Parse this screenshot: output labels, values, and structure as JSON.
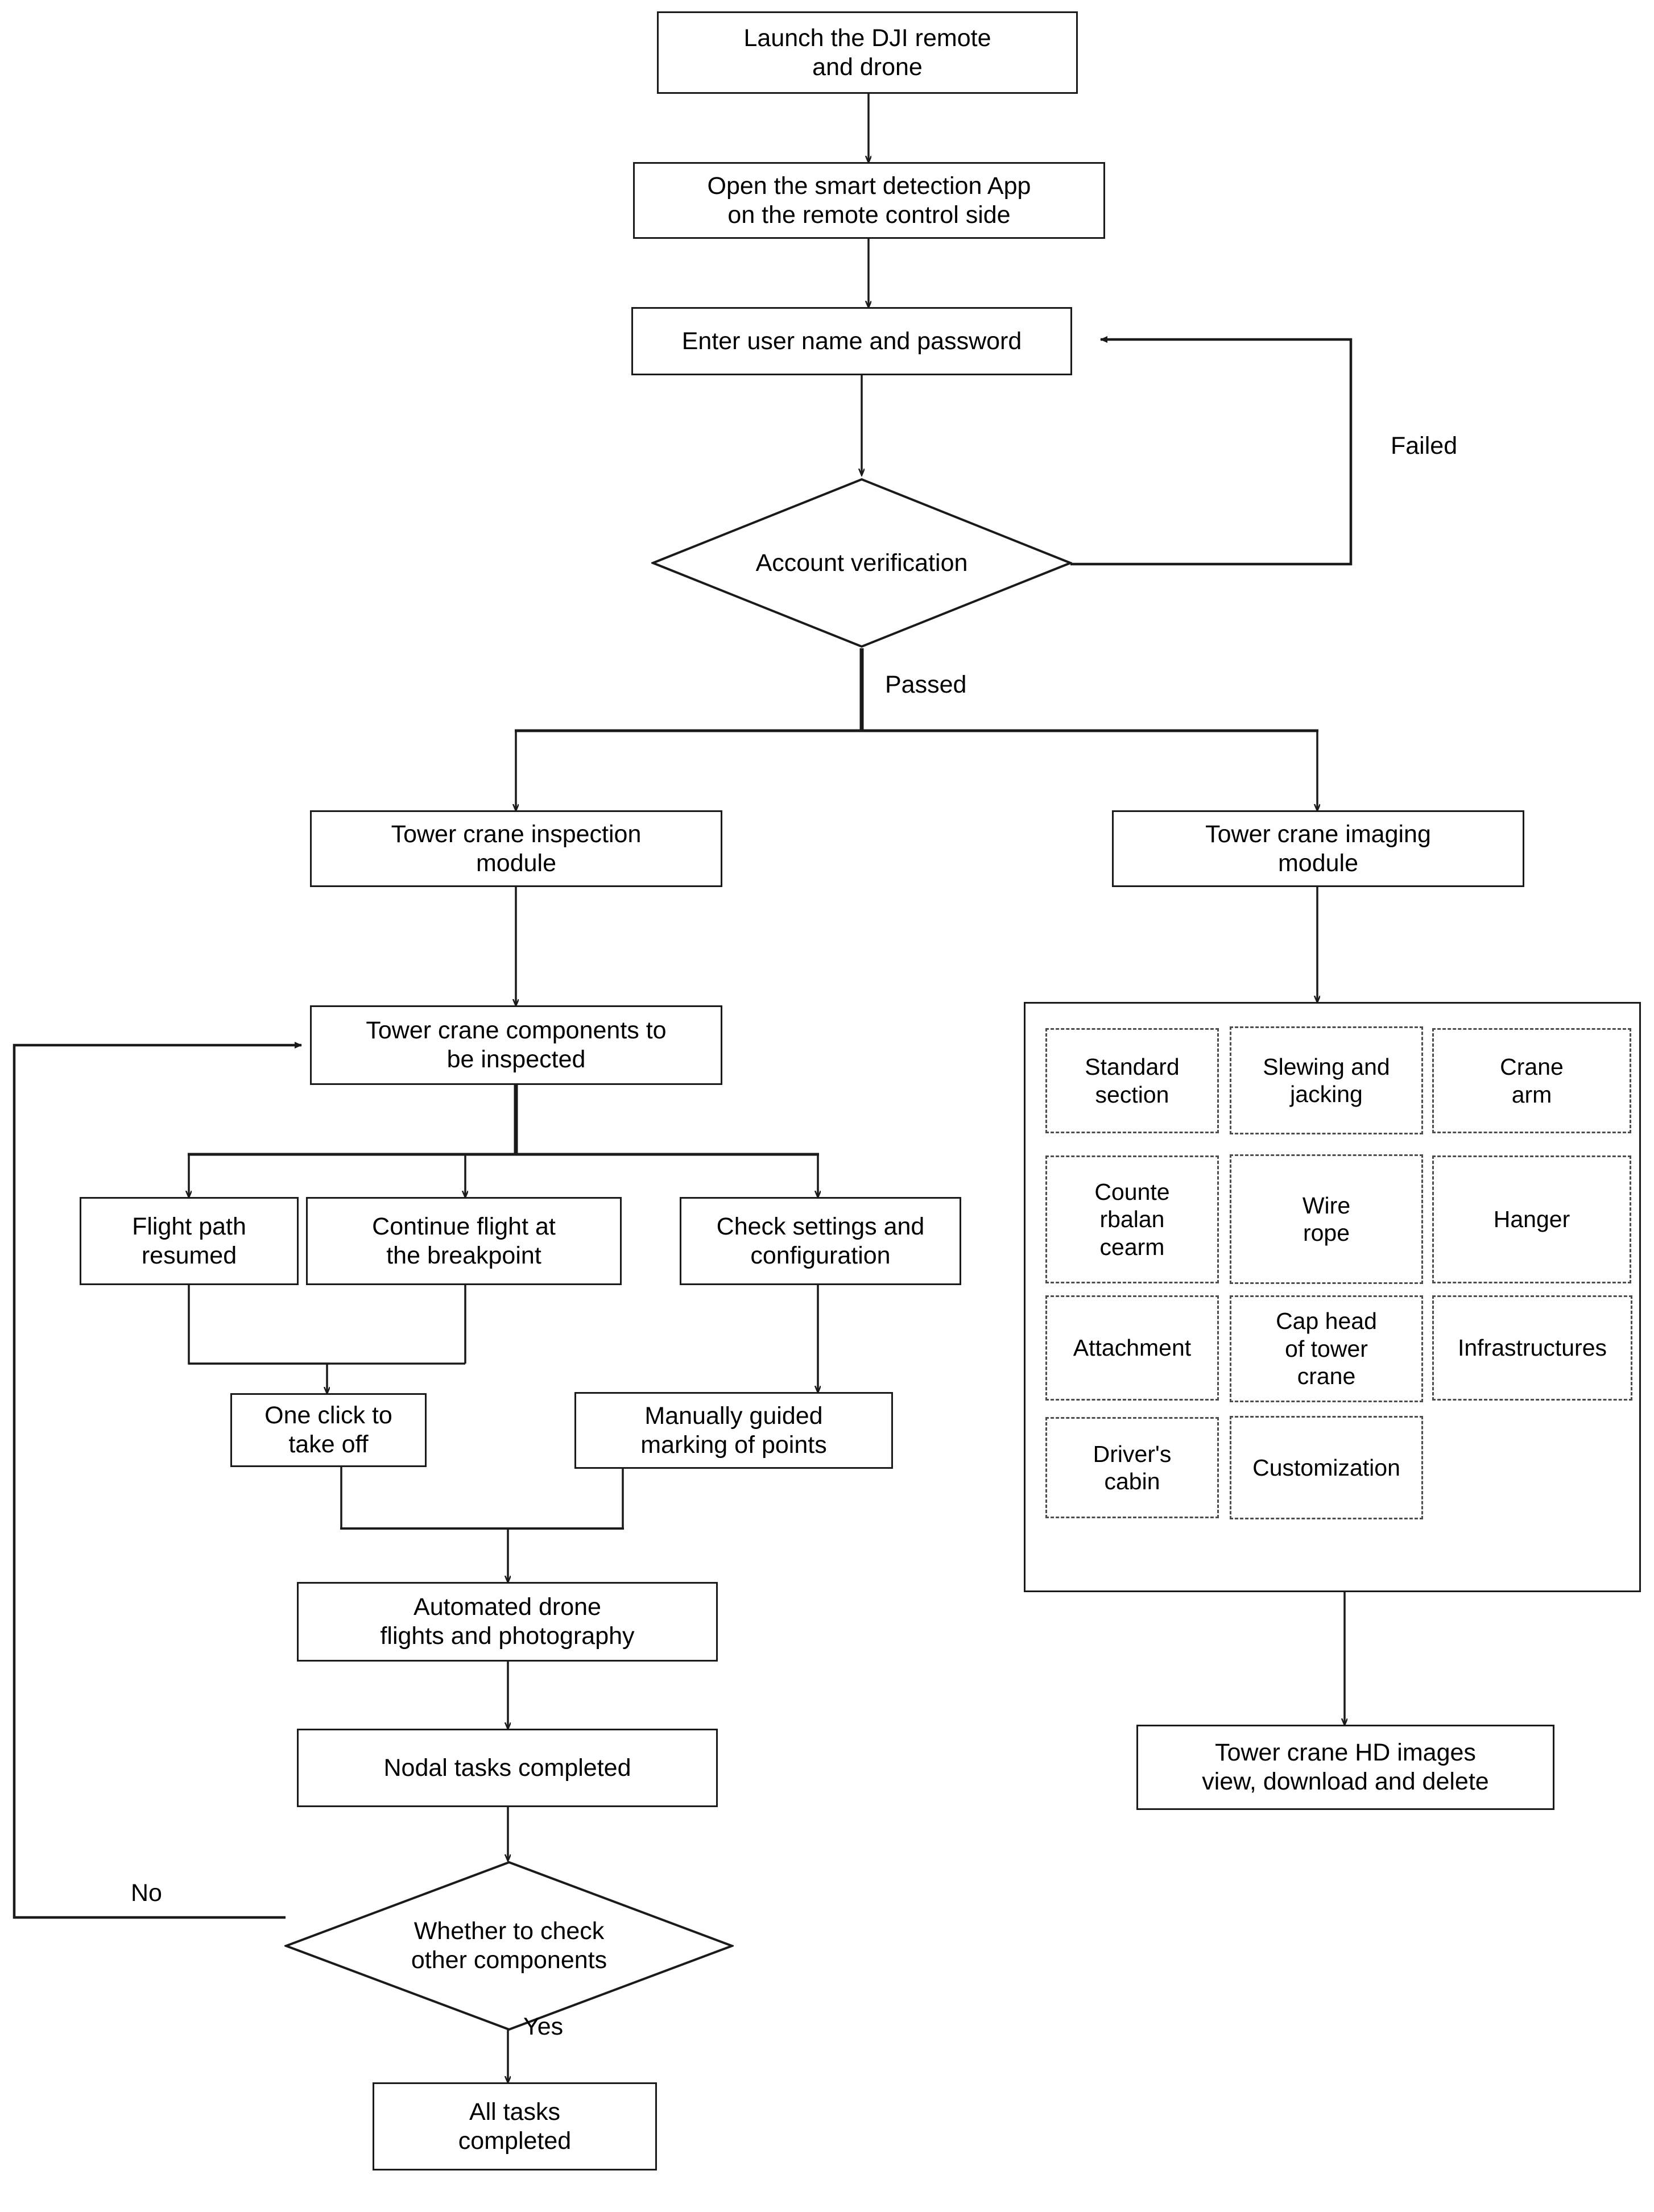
{
  "diagram": {
    "title": "Tower crane drone inspection system flowchart",
    "type": "flowchart",
    "background": "#ffffff",
    "line_color": "#1a1a1a",
    "dashed_color": "#4d4d4d"
  },
  "nodes": {
    "launch": "Launch the DJI remote\nand drone",
    "open_app": "Open the smart detection App\non the remote control side",
    "enter_credentials": "Enter user name and password",
    "account_verification": "Account verification",
    "inspection_module": "Tower crane inspection\nmodule",
    "imaging_module": "Tower crane imaging\nmodule",
    "components_to_inspect": "Tower crane components to\nbe inspected",
    "flight_path_resumed": "Flight path\nresumed",
    "continue_flight": "Continue flight at\nthe breakpoint",
    "check_settings": "Check settings and\nconfiguration",
    "one_click_takeoff": "One click to\ntake off",
    "manual_marking": "Manually guided\nmarking of points",
    "automated_flights": "Automated drone\nflights and photography",
    "nodal_tasks": "Nodal tasks completed",
    "whether_check_other": "Whether to check\nother components",
    "all_tasks": "All tasks\ncompleted",
    "hd_images": "Tower crane HD images\nview, download and delete"
  },
  "edge_labels": {
    "failed": "Failed",
    "passed": "Passed",
    "no": "No",
    "yes": "Yes"
  },
  "component_grid": {
    "items": [
      "Standard\nsection",
      "Slewing and\njacking",
      "Crane\narm",
      "Counte\nrbalan\ncearm",
      "Wire\nrope",
      "Hanger",
      "Attachment",
      "Cap head\nof tower\ncrane",
      "Infrastructures",
      "Driver's\ncabin",
      "Customization"
    ]
  }
}
